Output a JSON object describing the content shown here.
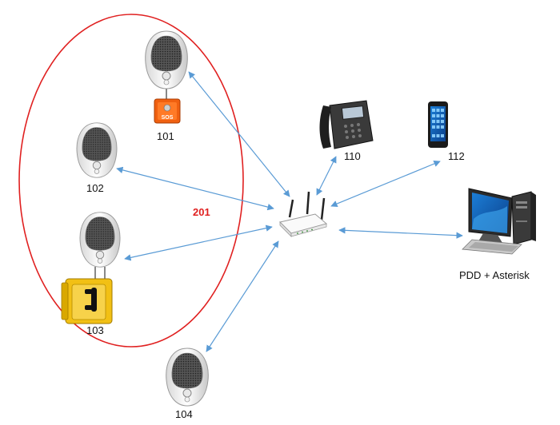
{
  "group": {
    "label": "201",
    "color": "#e02020"
  },
  "edge_color": "#5a9bd5",
  "nodes": {
    "intercom_101": {
      "label": "101",
      "icon": "intercom-speaker-icon",
      "accessory": "sos-box-icon"
    },
    "intercom_102": {
      "label": "102",
      "icon": "intercom-speaker-icon"
    },
    "intercom_103": {
      "label": "103",
      "icon": "intercom-speaker-icon",
      "accessory": "yellow-phone-box-icon"
    },
    "intercom_104": {
      "label": "104",
      "icon": "intercom-speaker-icon"
    },
    "desk_phone": {
      "label": "110",
      "icon": "desk-phone-icon"
    },
    "mobile_phone": {
      "label": "112",
      "icon": "smartphone-icon"
    },
    "router": {
      "label": "",
      "icon": "router-icon"
    },
    "server_pc": {
      "label": "PDD + Asterisk",
      "icon": "desktop-computer-icon"
    }
  }
}
